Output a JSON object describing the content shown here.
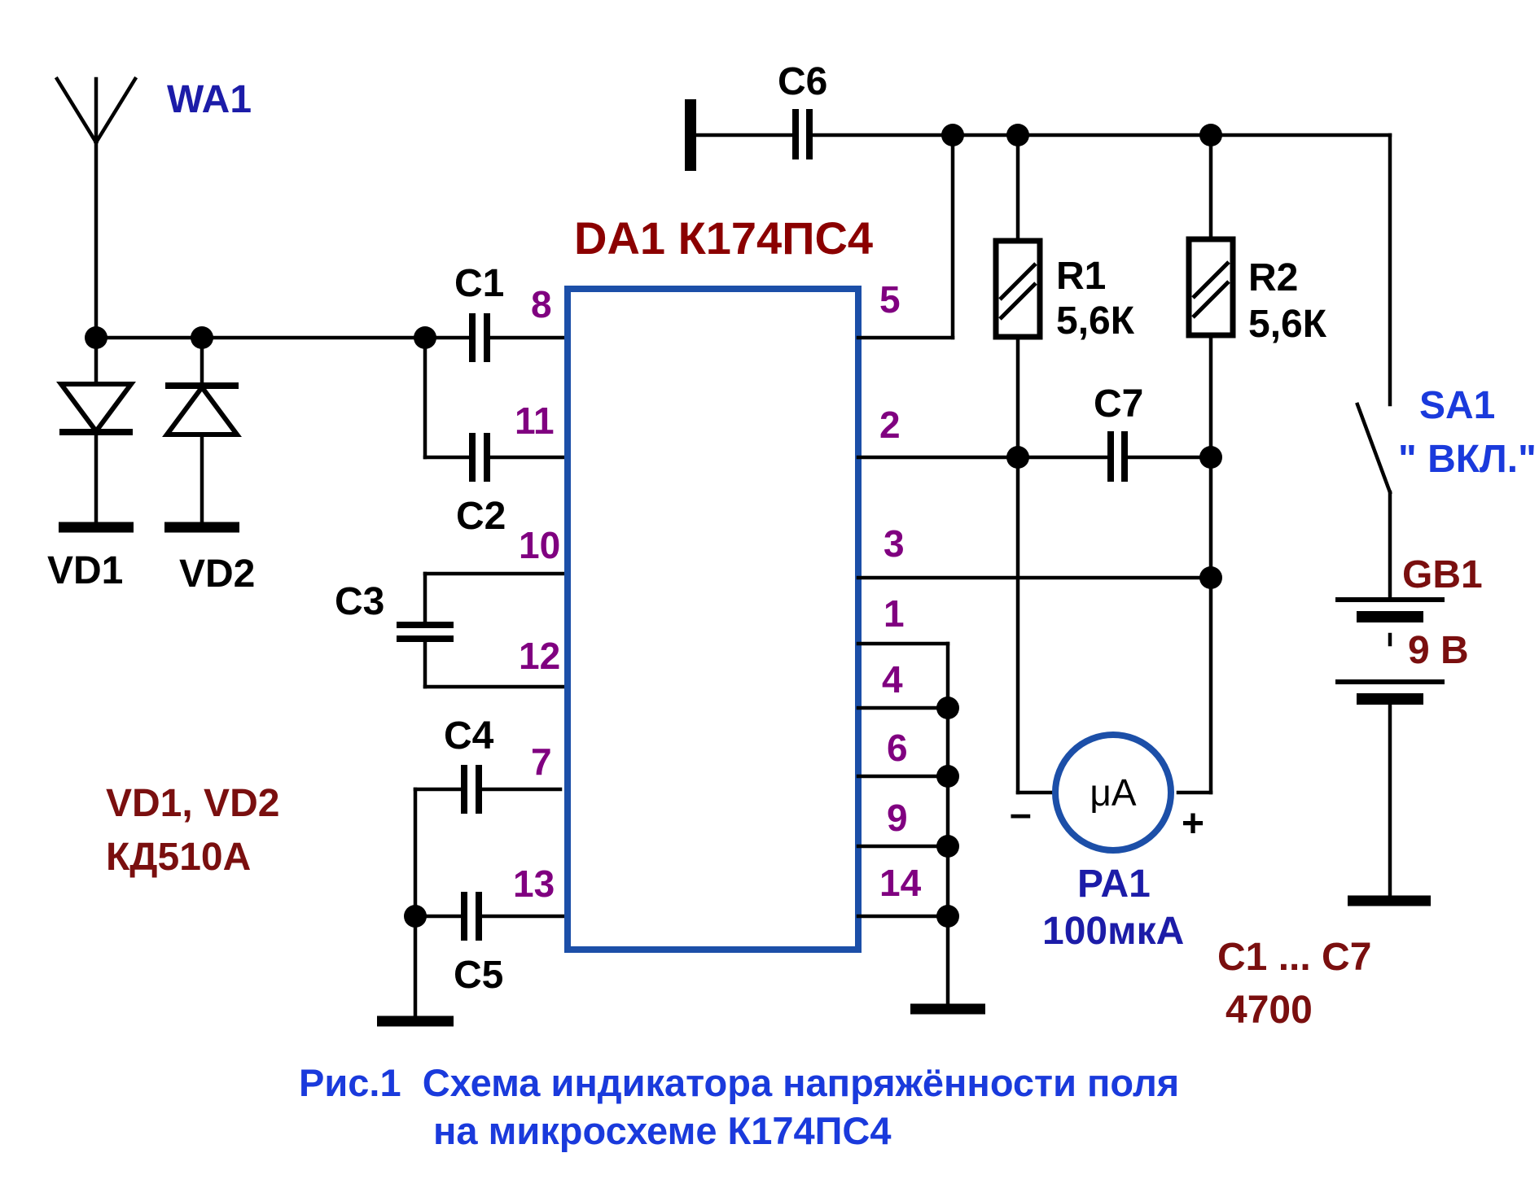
{
  "antenna": {
    "label": "WA1"
  },
  "diodes": [
    {
      "label": "VD1"
    },
    {
      "label": "VD2"
    }
  ],
  "diode_note": {
    "line1": "VD1, VD2",
    "line2": "КД510А"
  },
  "chip": {
    "title": "DA1 К174ПС4",
    "color": "#1c4fa8",
    "pins": {
      "p8": "8",
      "p11": "11",
      "p10": "10",
      "p12": "12",
      "p7": "7",
      "p13": "13",
      "p5": "5",
      "p2": "2",
      "p3": "3",
      "p1": "1",
      "p4": "4",
      "p6": "6",
      "p9": "9",
      "p14": "14"
    }
  },
  "capacitors": {
    "c1": "C1",
    "c2": "C2",
    "c3": "C3",
    "c4": "C4",
    "c5": "C5",
    "c6": "C6",
    "c7": "C7"
  },
  "resistors": [
    {
      "label": "R1",
      "value": "5,6К"
    },
    {
      "label": "R2",
      "value": "5,6К"
    }
  ],
  "meter": {
    "symbol": "μА",
    "minus": "–",
    "plus": "+",
    "label": "PA1",
    "value": "100мкА"
  },
  "switch": {
    "label": "SA1",
    "state": "\" ВКЛ.\""
  },
  "battery": {
    "label": "GB1",
    "value": "9 В"
  },
  "cap_note": {
    "line1": "C1 ... C7",
    "line2": "4700"
  },
  "caption": {
    "line1": "Рис.1  Схема индикатора напряжённости поля",
    "line2": "на микросхеме К174ПС4"
  }
}
